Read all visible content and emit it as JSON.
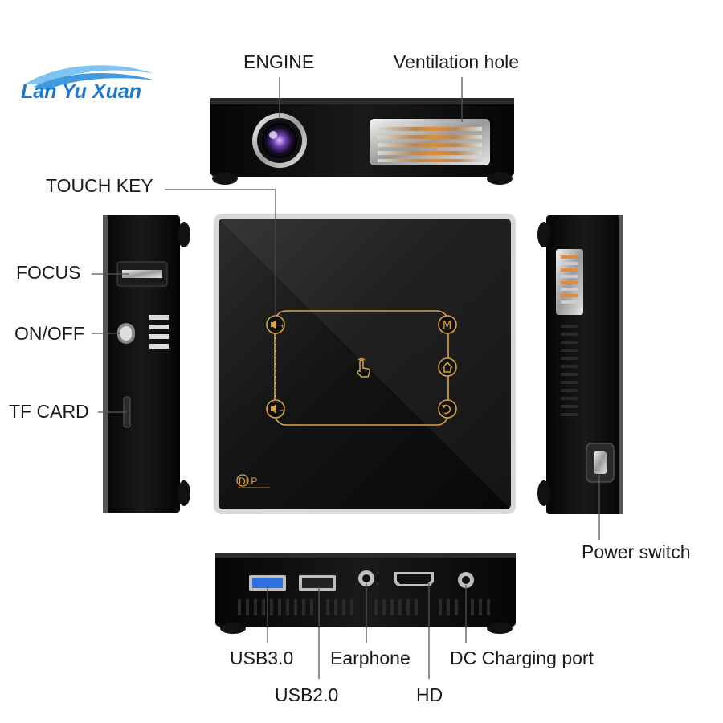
{
  "brand": {
    "name": "Lan Yu Xuan"
  },
  "labels": {
    "engine": "ENGINE",
    "ventilation": "Ventilation hole",
    "touch_key": "TOUCH KEY",
    "focus": "FOCUS",
    "on_off": "ON/OFF",
    "tf_card": "TF CARD",
    "power_switch": "Power switch",
    "usb3": "USB3.0",
    "usb2": "USB2.0",
    "earphone": "Earphone",
    "hd": "HD",
    "dc_port": "DC Charging port"
  },
  "device": {
    "dlp_badge": "DLP"
  },
  "colors": {
    "accent_gold": "#d9a441",
    "body": "#111111",
    "brand_blue": "#1f78c8",
    "usb3_blue": "#2f6fe0"
  },
  "icons": [
    "volume-up-icon",
    "volume-down-icon",
    "menu-m-icon",
    "home-icon",
    "back-icon",
    "touch-hand-icon"
  ]
}
